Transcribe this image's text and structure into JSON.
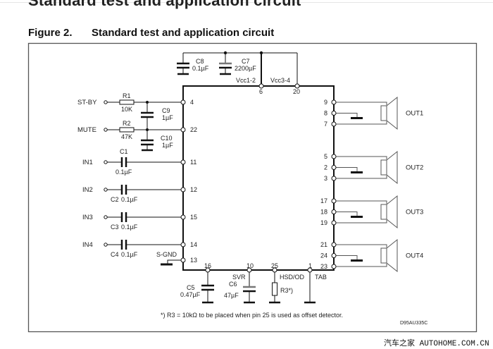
{
  "page": {
    "top_title": "Standard test and application circuit",
    "figure_number": "Figure 2.",
    "figure_title": "Standard test and application circuit",
    "watermark": "汽车之家 AUTOHOME.COM.CN"
  },
  "schematic": {
    "supply": {
      "c8": {
        "name": "C8",
        "value": "0.1µF"
      },
      "c7": {
        "name": "C7",
        "value": "2200µF"
      },
      "vcc12": {
        "label": "Vcc1-2",
        "pin": "6"
      },
      "vcc34": {
        "label": "Vcc3-4",
        "pin": "20"
      }
    },
    "left_inputs": [
      {
        "label": "ST-BY",
        "pin": "4",
        "r_name": "R1",
        "r_value": "10K",
        "c_name": "C9",
        "c_value": "1µF"
      },
      {
        "label": "MUTE",
        "pin": "22",
        "r_name": "R2",
        "r_value": "47K",
        "c_name": "C10",
        "c_value": "1µF"
      },
      {
        "label": "IN1",
        "pin": "11",
        "c_name": "C1",
        "c_value": "0.1µF"
      },
      {
        "label": "IN2",
        "pin": "12",
        "c_name": "C2",
        "c_value": "0.1µF"
      },
      {
        "label": "IN3",
        "pin": "15",
        "c_name": "C3",
        "c_value": "0.1µF"
      },
      {
        "label": "IN4",
        "pin": "14",
        "c_name": "C4",
        "c_value": "0.1µF"
      }
    ],
    "sgnd": {
      "label": "S-GND",
      "pin": "13"
    },
    "bottom": [
      {
        "pin": "16",
        "c_name": "C5",
        "c_value": "0.47µF"
      },
      {
        "pin": "10",
        "label": "SVR",
        "c_name": "C6",
        "c_value": "47µF"
      },
      {
        "pin": "25",
        "label": "HSD/OD",
        "r_name": "R3*)"
      },
      {
        "pin": "1",
        "label": "TAB"
      }
    ],
    "outputs": [
      {
        "label": "OUT1",
        "pins": [
          "9",
          "8",
          "7"
        ]
      },
      {
        "label": "OUT2",
        "pins": [
          "5",
          "2",
          "3"
        ]
      },
      {
        "label": "OUT3",
        "pins": [
          "17",
          "18",
          "19"
        ]
      },
      {
        "label": "OUT4",
        "pins": [
          "21",
          "24",
          "23"
        ]
      }
    ],
    "footnote": "*) R3 = 10kΩ to be placed when pin 25 is used as offset detector.",
    "drawing_code": "D95AU335C"
  }
}
